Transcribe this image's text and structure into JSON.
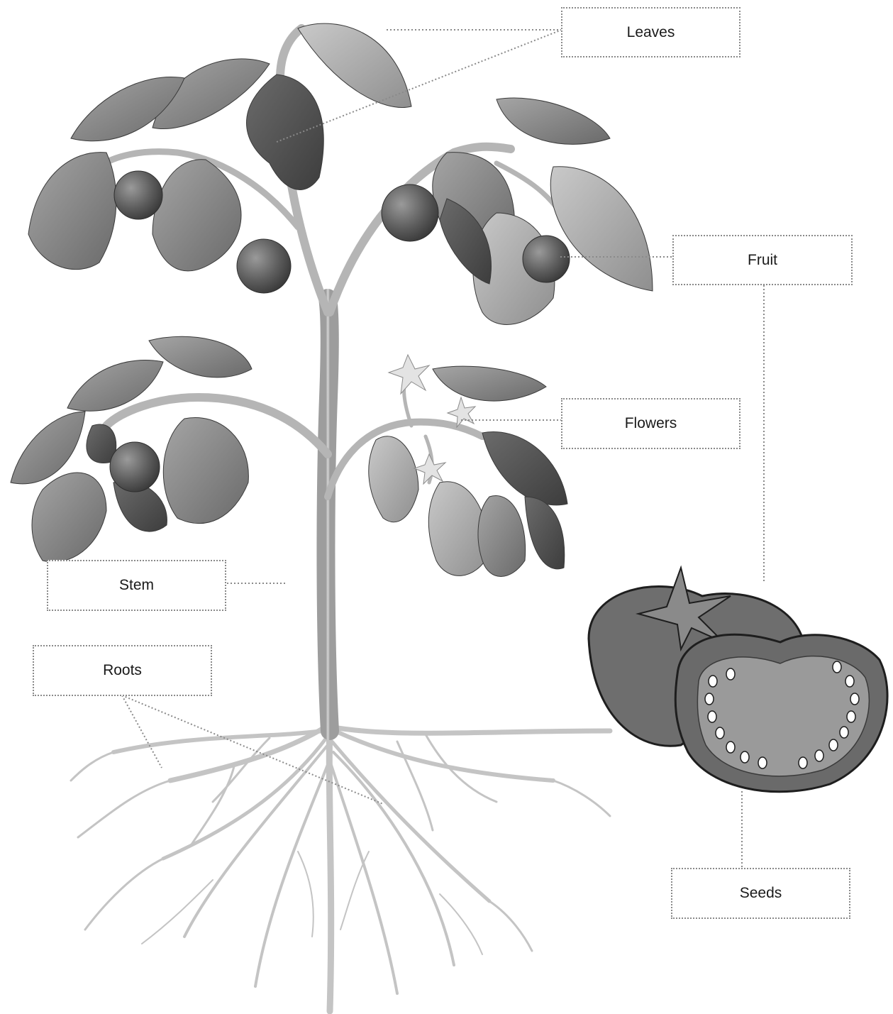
{
  "labels": {
    "leaves": "Leaves",
    "fruit": "Fruit",
    "flowers": "Flowers",
    "stem": "Stem",
    "roots": "Roots",
    "seeds": "Seeds"
  },
  "colors": {
    "background": "#ffffff",
    "leaf_dark": "#4a4a4a",
    "leaf_mid": "#7d7d7d",
    "leaf_light": "#a9a9a9",
    "stem": "#b5b5b5",
    "roots": "#c4c4c4",
    "fruit": "#5e5e5e",
    "fruit_flesh": "#9a9a9a",
    "leader_line": "#8a8a8a"
  }
}
